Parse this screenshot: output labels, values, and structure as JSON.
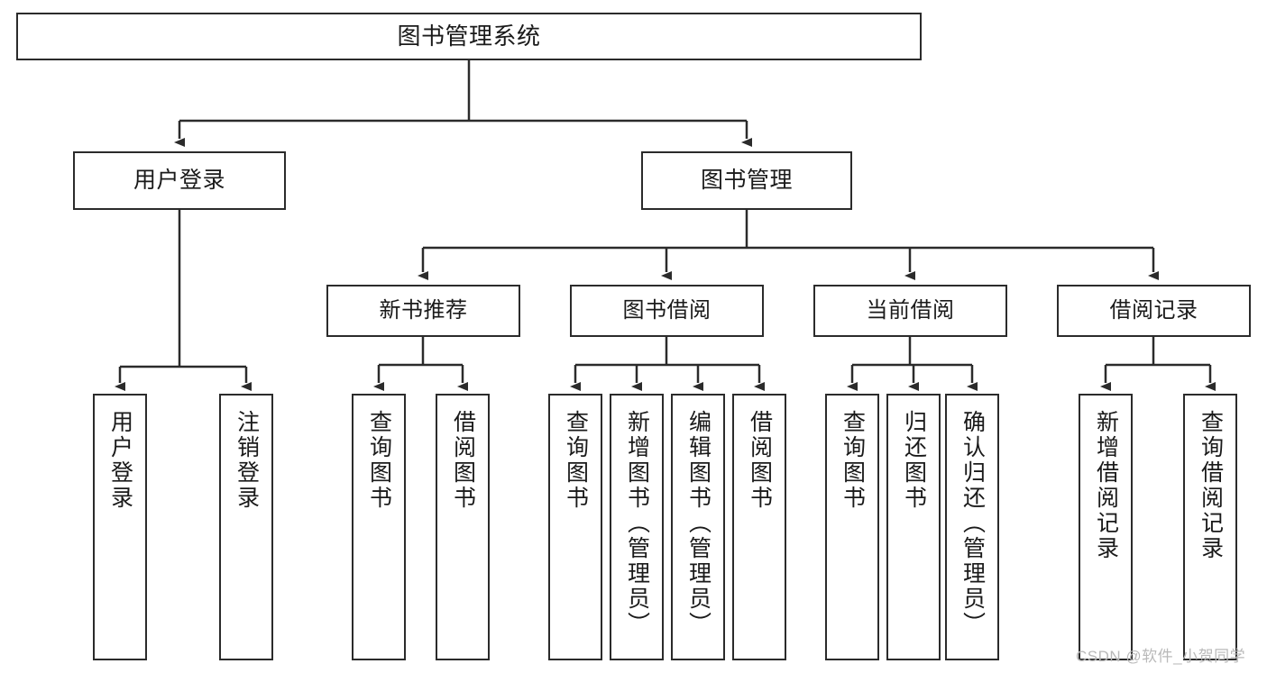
{
  "diagram": {
    "title": "图书管理系统",
    "watermark": "CSDN @软件_小贺同学",
    "colors": {
      "box_border": "#2b2b2b",
      "box_fill": "#ffffff",
      "edge": "#2b2b2b",
      "text": "#1a1a1a",
      "watermark": "#b9b9b9"
    },
    "nodes": {
      "root": {
        "label": "图书管理系统"
      },
      "level2": [
        {
          "label": "用户登录"
        },
        {
          "label": "图书管理"
        }
      ],
      "level3": [
        {
          "label": "新书推荐"
        },
        {
          "label": "图书借阅"
        },
        {
          "label": "当前借阅"
        },
        {
          "label": "借阅记录"
        }
      ],
      "leaves": [
        {
          "label": "用户登录",
          "parent": "用户登录"
        },
        {
          "label": "注销登录",
          "parent": "用户登录"
        },
        {
          "label": "查询图书",
          "parent": "新书推荐"
        },
        {
          "label": "借阅图书",
          "parent": "新书推荐"
        },
        {
          "label": "查询图书",
          "parent": "图书借阅"
        },
        {
          "label": "新增图书（管理员）",
          "parent": "图书借阅"
        },
        {
          "label": "编辑图书（管理员）",
          "parent": "图书借阅"
        },
        {
          "label": "借阅图书",
          "parent": "图书借阅"
        },
        {
          "label": "查询图书",
          "parent": "当前借阅"
        },
        {
          "label": "归还图书",
          "parent": "当前借阅"
        },
        {
          "label": "确认归还（管理员）",
          "parent": "当前借阅"
        },
        {
          "label": "新增借阅记录",
          "parent": "借阅记录"
        },
        {
          "label": "查询借阅记录",
          "parent": "借阅记录"
        }
      ]
    }
  }
}
